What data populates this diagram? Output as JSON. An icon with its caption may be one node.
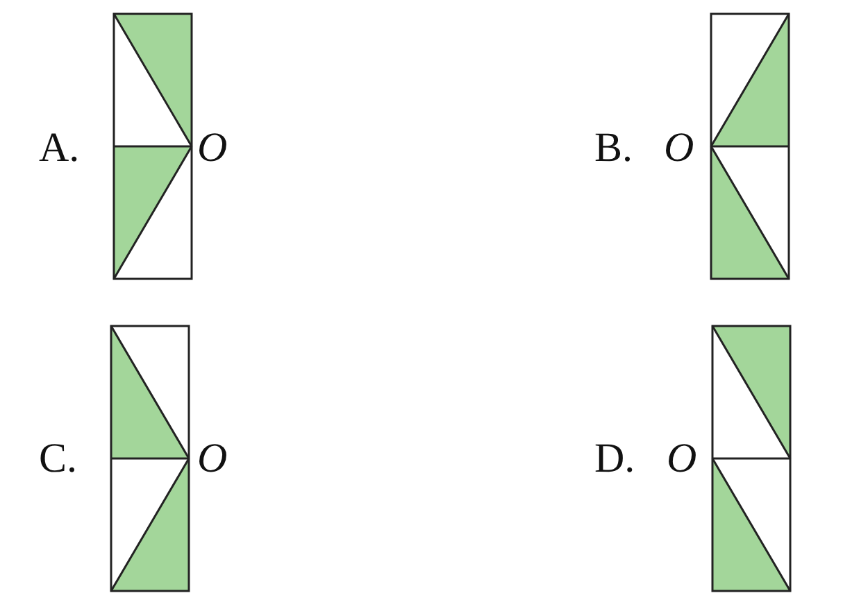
{
  "diagram": {
    "labels": [
      "A.",
      "O",
      "B.",
      "O",
      "C.",
      "O",
      "D.",
      "O"
    ]
  }
}
